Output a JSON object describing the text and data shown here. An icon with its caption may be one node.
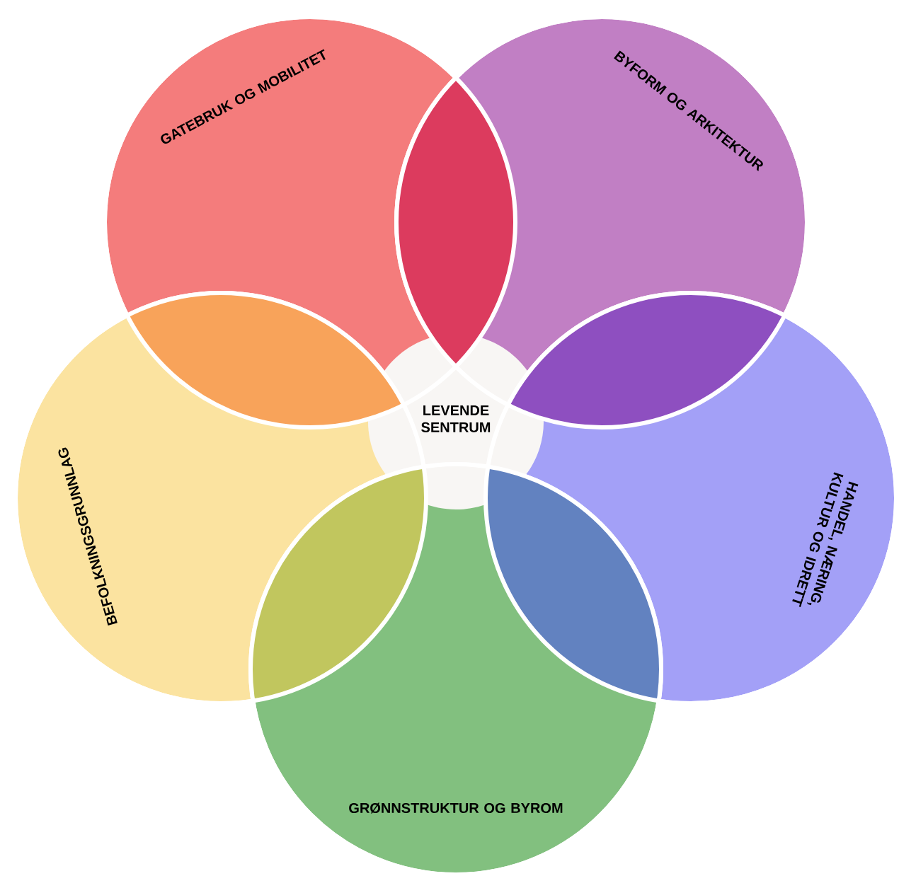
{
  "diagram": {
    "nodes": [
      {
        "text": [
          "GATEBRUK OG MOBILITET"
        ]
      },
      {
        "text": [
          "BYFORM OG ARKITEKTUR"
        ]
      },
      {
        "text": [
          "LEVENDE SENTRUM"
        ]
      },
      {
        "text": [
          "BEFOLKNINGSGRUNNLAG"
        ]
      },
      {
        "text": [
          "HANDEL, NÆRING, KULTUR OG IDRETT"
        ]
      },
      {
        "text": [
          "GRØNNSTRUKTUR OG BYROM"
        ]
      }
    ]
  }
}
